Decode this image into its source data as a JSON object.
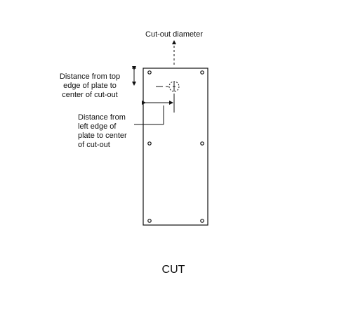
{
  "labels": {
    "diameter": "Cut-out diameter",
    "top_distance": [
      "Distance from top",
      "edge of plate to",
      "center of cut-out"
    ],
    "left_distance": [
      "Distance from",
      "left edge of",
      "plate to center",
      "of cut-out"
    ],
    "caption": "CUT"
  }
}
